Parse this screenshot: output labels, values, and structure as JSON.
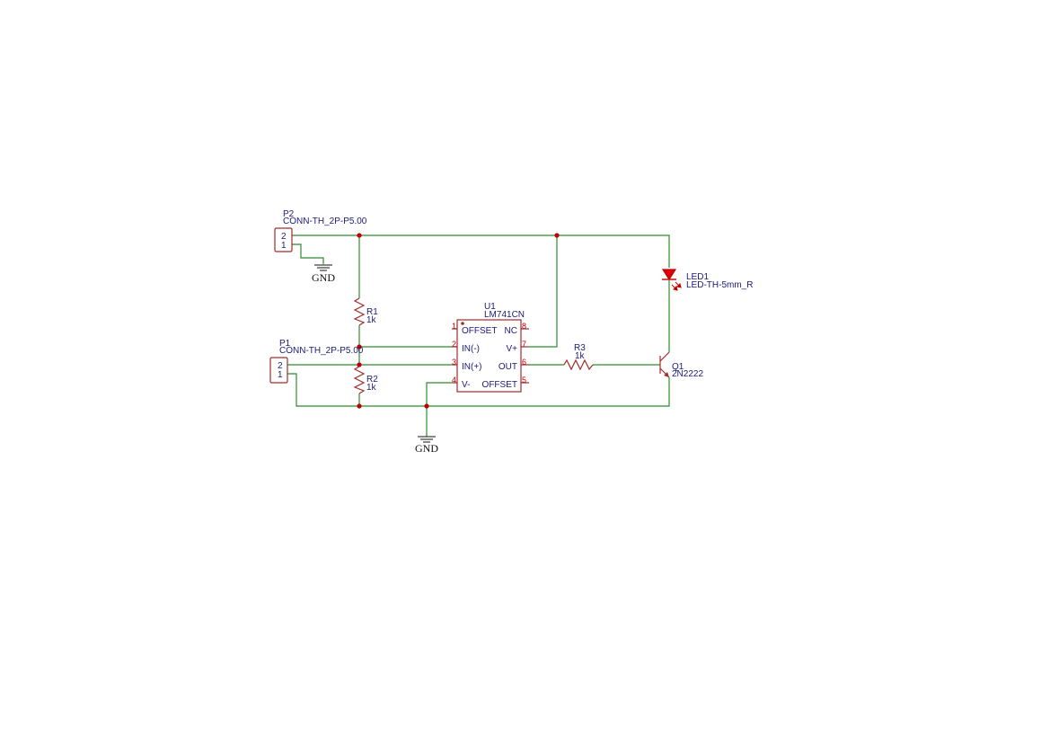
{
  "components": {
    "p2": {
      "ref": "P2",
      "value": "CONN-TH_2P-P5.00",
      "pin_top": "2",
      "pin_bottom": "1"
    },
    "p1": {
      "ref": "P1",
      "value": "CONN-TH_2P-P5.00",
      "pin_top": "2",
      "pin_bottom": "1"
    },
    "r1": {
      "ref": "R1",
      "value": "1k"
    },
    "r2": {
      "ref": "R2",
      "value": "1k"
    },
    "r3": {
      "ref": "R3",
      "value": "1k"
    },
    "u1": {
      "ref": "U1",
      "value": "LM741CN",
      "pins": {
        "p1": {
          "num": "1",
          "name": "OFFSET"
        },
        "p2": {
          "num": "2",
          "name": "IN(-)"
        },
        "p3": {
          "num": "3",
          "name": "IN(+)"
        },
        "p4": {
          "num": "4",
          "name": "V-"
        },
        "p5": {
          "num": "5",
          "name": "OFFSET"
        },
        "p6": {
          "num": "6",
          "name": "OUT"
        },
        "p7": {
          "num": "7",
          "name": "V+"
        },
        "p8": {
          "num": "8",
          "name": "NC"
        }
      }
    },
    "led1": {
      "ref": "LED1",
      "value": "LED-TH-5mm_R"
    },
    "q1": {
      "ref": "Q1",
      "value": "2N2222"
    }
  },
  "power": {
    "gnd_top": "GND",
    "gnd_bottom": "GND"
  },
  "colors": {
    "wire": "#2e8b2e",
    "body": "#a52a2a",
    "junction": "#c00000",
    "text": "#1a1a7a"
  }
}
